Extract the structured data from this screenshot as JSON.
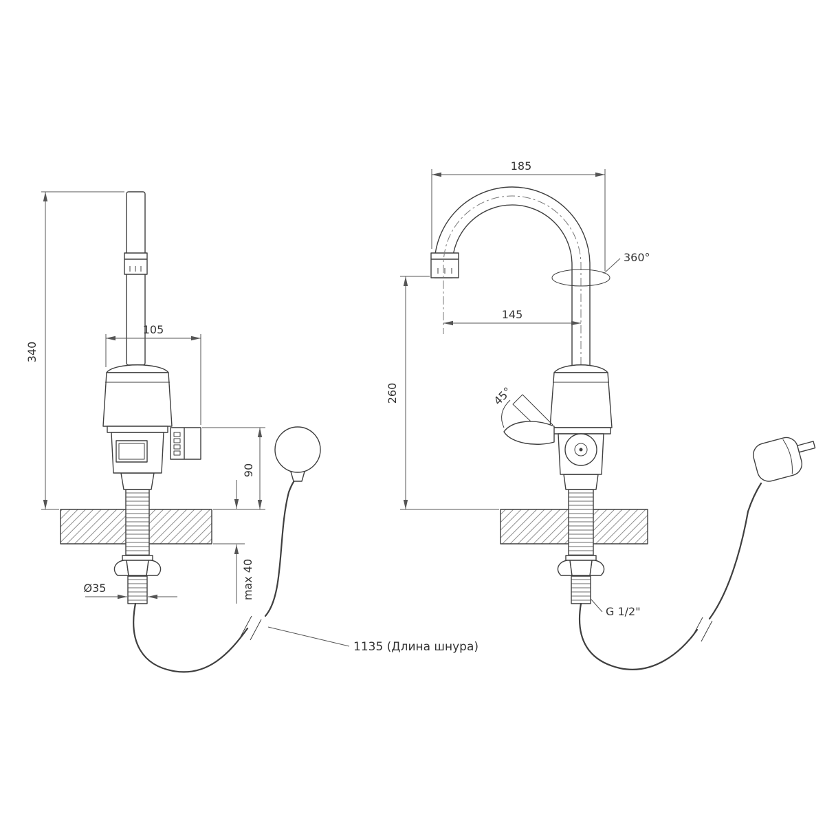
{
  "labels": {
    "total_height": "340",
    "body_width": "105",
    "body_height": "90",
    "deck_max": "max 40",
    "hole_dia": "Ø35",
    "cord": "1135 (Длина шнура)",
    "width_top": "185",
    "reach": "145",
    "height_spout": "260",
    "swivel": "360°",
    "handle_angle": "45°",
    "thread": "G 1/2\""
  },
  "colors": {
    "line": "#3f3f3f",
    "dimension": "#555555",
    "text": "#333333",
    "hatch": "#8f8f8f",
    "background": "#ffffff"
  }
}
